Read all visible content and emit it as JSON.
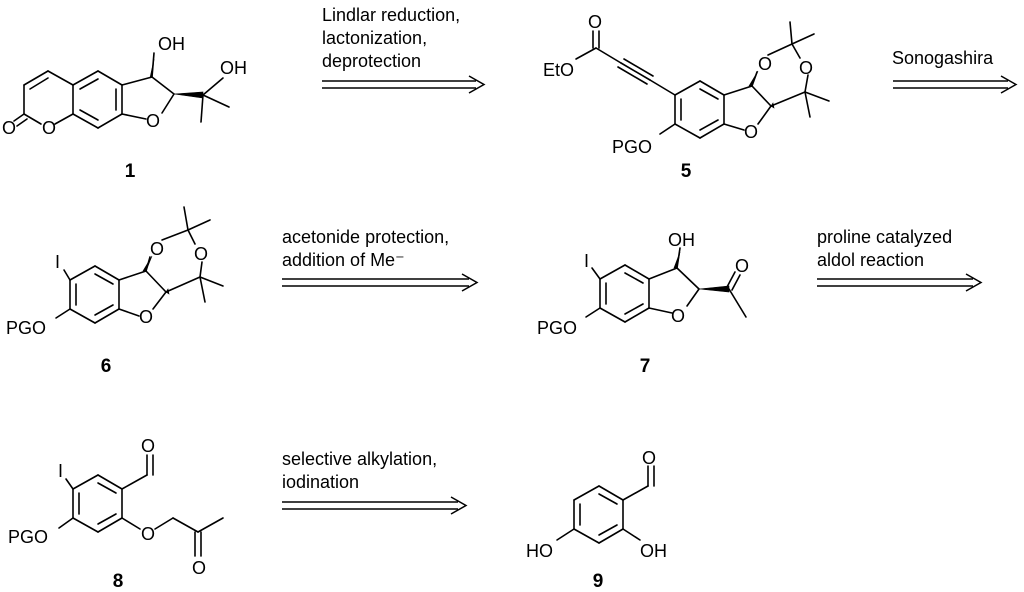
{
  "steps": [
    {
      "lines": [
        "Lindlar reduction,",
        "lactonization,",
        "deprotection"
      ]
    },
    {
      "lines": [
        "Sonogashira"
      ]
    },
    {
      "lines": [
        "acetonide protection,",
        "addition of Me⁻"
      ]
    },
    {
      "lines": [
        "proline catalyzed",
        "aldol reaction"
      ]
    },
    {
      "lines": [
        "selective alkylation,",
        "iodination"
      ]
    }
  ],
  "compounds": {
    "c1": {
      "label": "1",
      "atoms": {
        "oh_top": "OH",
        "oh_side": "OH",
        "carbonyl_o": "O",
        "ring_o1": "O",
        "ring_o2": "O"
      }
    },
    "c5": {
      "label": "5",
      "atoms": {
        "ester_o": "O",
        "eto": "EtO",
        "pgo": "PGO",
        "o_a": "O",
        "o_b": "O",
        "o_c": "O"
      }
    },
    "c6": {
      "label": "6",
      "atoms": {
        "iodo": "I",
        "pgo": "PGO",
        "o_a": "O",
        "o_b": "O",
        "o_c": "O"
      }
    },
    "c7": {
      "label": "7",
      "atoms": {
        "iodo": "I",
        "pgo": "PGO",
        "oh": "OH",
        "ring_o": "O",
        "ketone_o": "O"
      }
    },
    "c8": {
      "label": "8",
      "atoms": {
        "iodo": "I",
        "pgo": "PGO",
        "ald_o": "O",
        "ether_o": "O",
        "ketone_o": "O"
      }
    },
    "c9": {
      "label": "9",
      "atoms": {
        "ald_o": "O",
        "ho_left": "HO",
        "oh_right": "OH"
      }
    }
  }
}
